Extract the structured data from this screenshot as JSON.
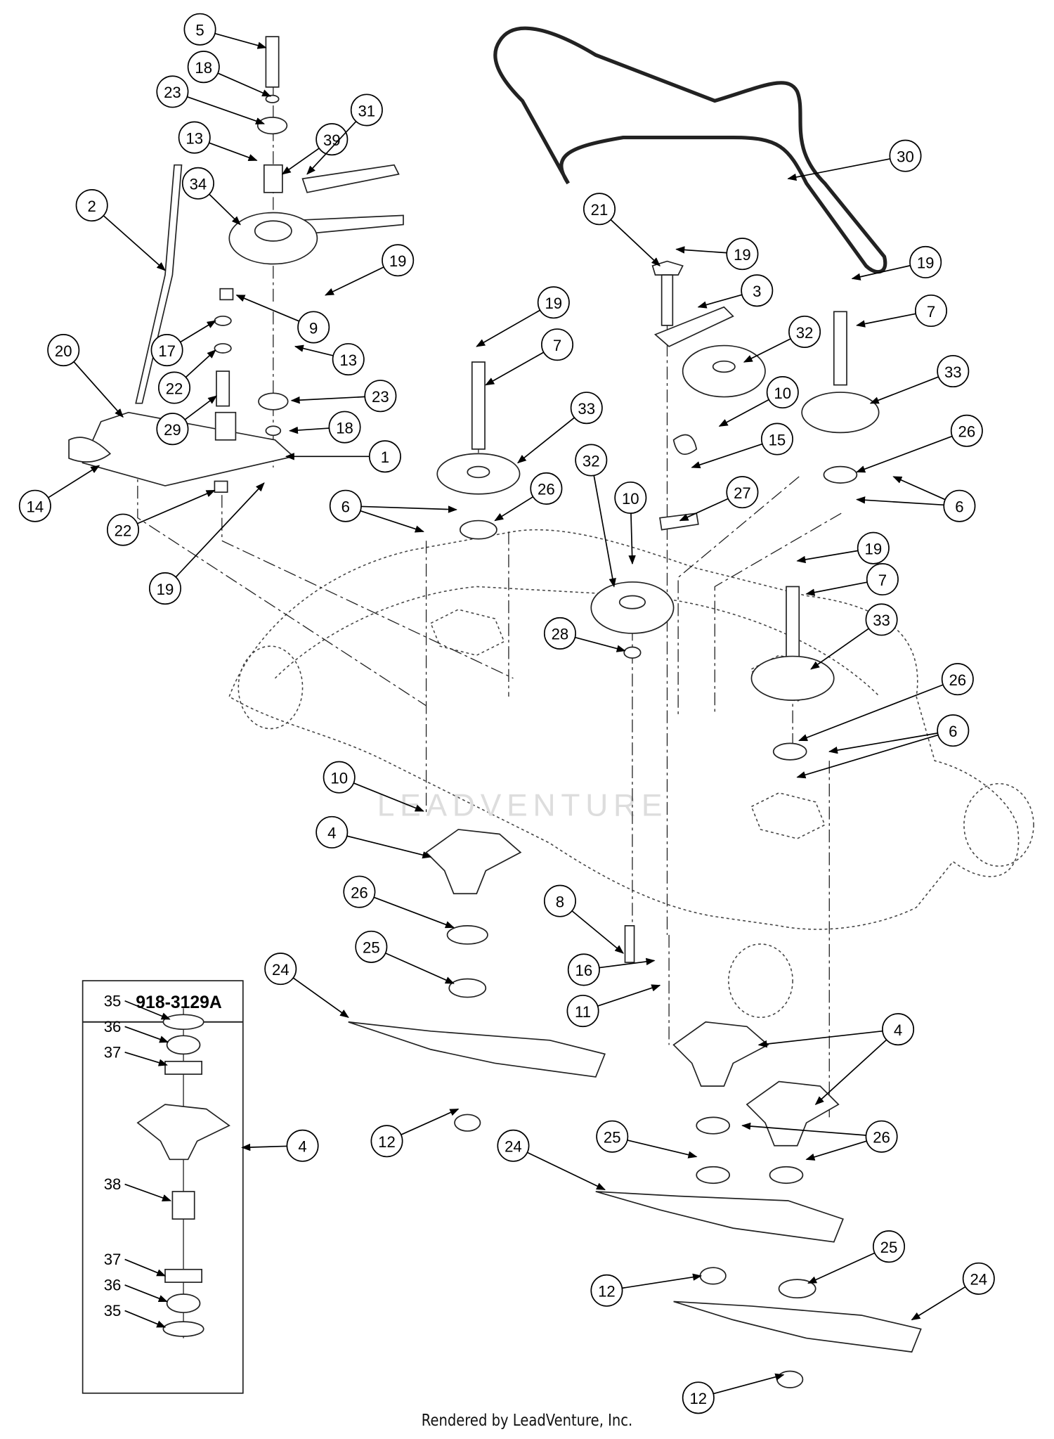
{
  "diagram": {
    "inset_title": "918-3129A",
    "callouts": [
      "5",
      "18",
      "23",
      "13",
      "39",
      "31",
      "34",
      "2",
      "19",
      "9",
      "17",
      "20",
      "22",
      "13",
      "23",
      "29",
      "18",
      "1",
      "14",
      "22",
      "19",
      "19",
      "7",
      "33",
      "6",
      "26",
      "21",
      "19",
      "3",
      "32",
      "10",
      "15",
      "27",
      "32",
      "10",
      "28",
      "30",
      "19",
      "7",
      "33",
      "26",
      "6",
      "19",
      "7",
      "33",
      "26",
      "6",
      "10",
      "4",
      "26",
      "25",
      "8",
      "16",
      "11",
      "24",
      "12",
      "4",
      "4",
      "25",
      "26",
      "24",
      "12",
      "25",
      "24",
      "12"
    ],
    "inset_callouts": [
      "35",
      "36",
      "37",
      "38",
      "37",
      "36",
      "35"
    ],
    "watermark": "LEADVENTURE",
    "footer": "Rendered by LeadVenture, Inc."
  }
}
